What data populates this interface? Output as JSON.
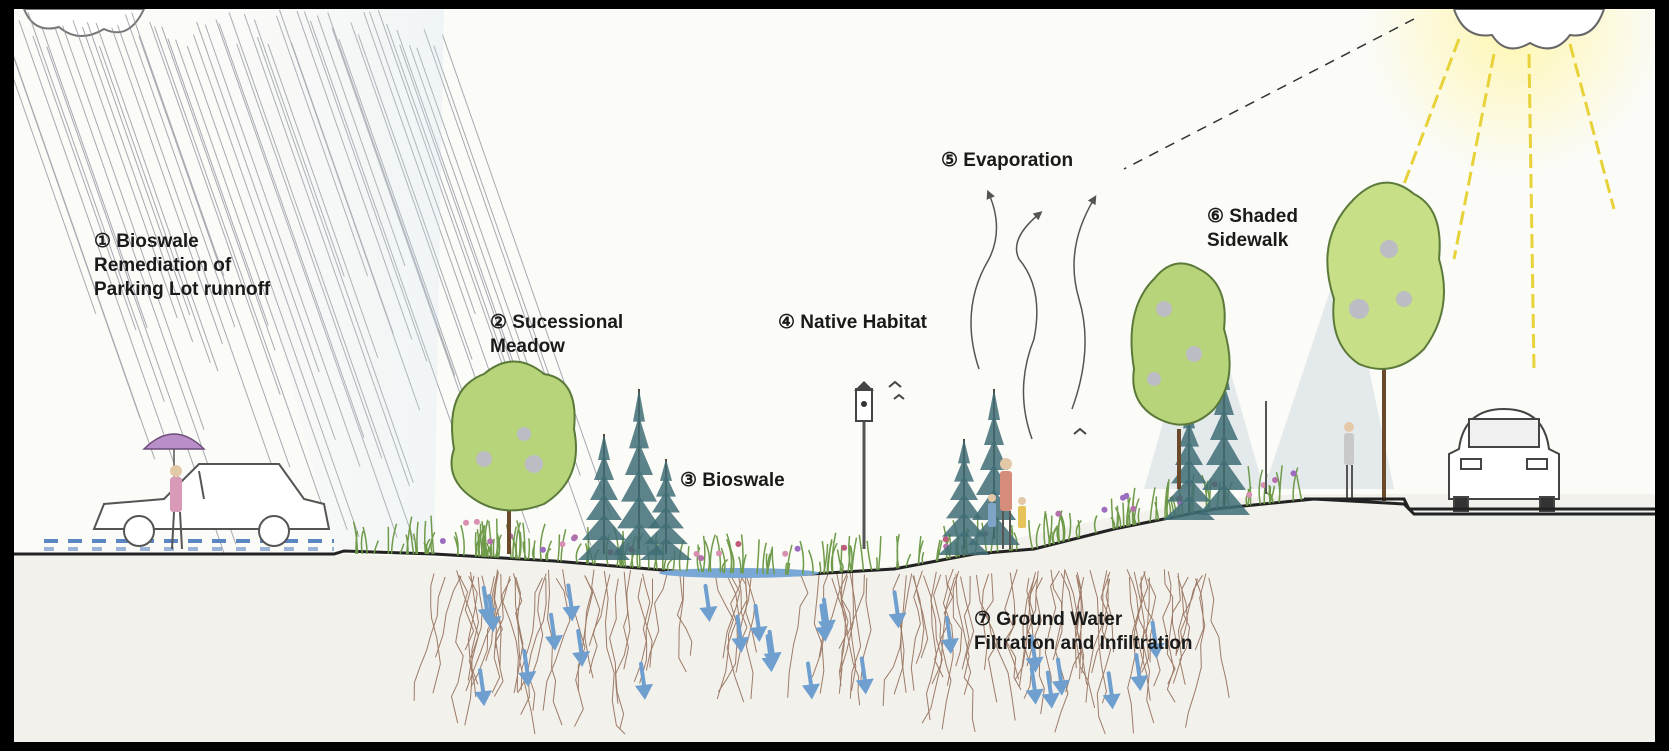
{
  "labels": {
    "bioswale_runoff": {
      "line1": "① Bioswale",
      "line2": "Remediation of",
      "line3": "Parking Lot runnoff"
    },
    "meadow": {
      "line1": "② Sucessional",
      "line2": "Meadow"
    },
    "bioswale": {
      "line1": "③ Bioswale"
    },
    "habitat": {
      "line1": "④ Native Habitat"
    },
    "evaporation": {
      "line1": "⑤ Evaporation"
    },
    "sidewalk": {
      "line1": "⑥ Shaded",
      "line2": "Sidewalk"
    },
    "groundwater": {
      "line1": "⑦ Ground Water",
      "line2": "Filtration and Infiltration"
    }
  },
  "icons": {
    "cloud": "cloud-icon",
    "sun": "sun-icon",
    "rain": "rain-icon",
    "car": "car-icon",
    "tree": "tree-icon",
    "birdhouse": "birdhouse-icon",
    "bird": "bird-icon",
    "person": "person-icon",
    "evaporation_arrow": "evaporation-arrow-icon",
    "infiltration_arrow": "infiltration-arrow-icon"
  },
  "colors": {
    "border": "#000000",
    "paper": "#fbfbf8",
    "rain": "#8a8f98",
    "water": "#6f9fcf",
    "foliage": "#a9c96a",
    "conifer": "#3f6d76",
    "sun": "#f4e55a",
    "soil": "#8a5a3c",
    "text": "#1a1a1a"
  }
}
